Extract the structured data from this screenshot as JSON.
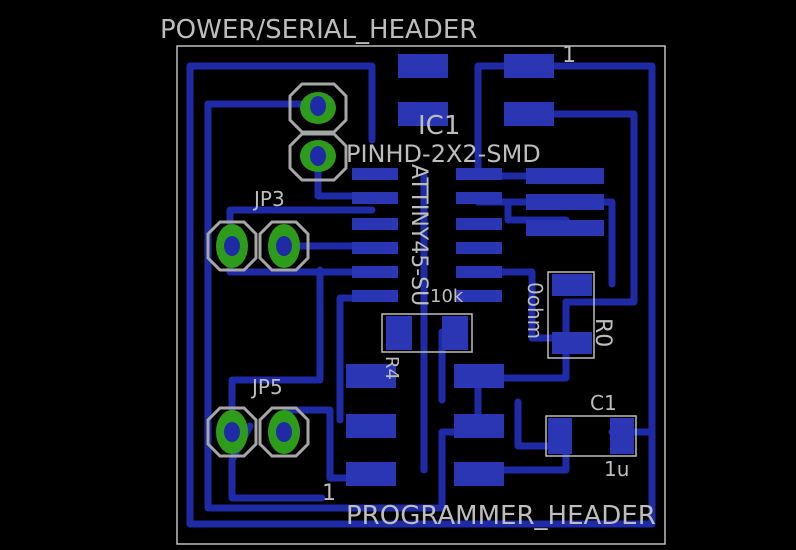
{
  "labels": {
    "power_serial_header": "POWER/SERIAL_HEADER",
    "programmer_header": "PROGRAMMER_HEADER",
    "pin_one_top": "1",
    "pin_one_bottom": "1",
    "ic1": "IC1",
    "ic1_package": "PINHD-2X2-SMD",
    "ic1_part": "ATTINY45-SU",
    "jp3": "JP3",
    "jp5": "JP5",
    "r4": "R4",
    "r4_value": "10k",
    "r0": "R0",
    "r0_value": "0ohm",
    "c1": "C1",
    "c1_value": "1u"
  },
  "colors": {
    "background": "#000000",
    "trace": "#1f2ba6",
    "pad": "#2a36b3",
    "via": "#2c9c1a",
    "silkscreen": "#bdbdbd",
    "outline": "#bdbdbd"
  }
}
